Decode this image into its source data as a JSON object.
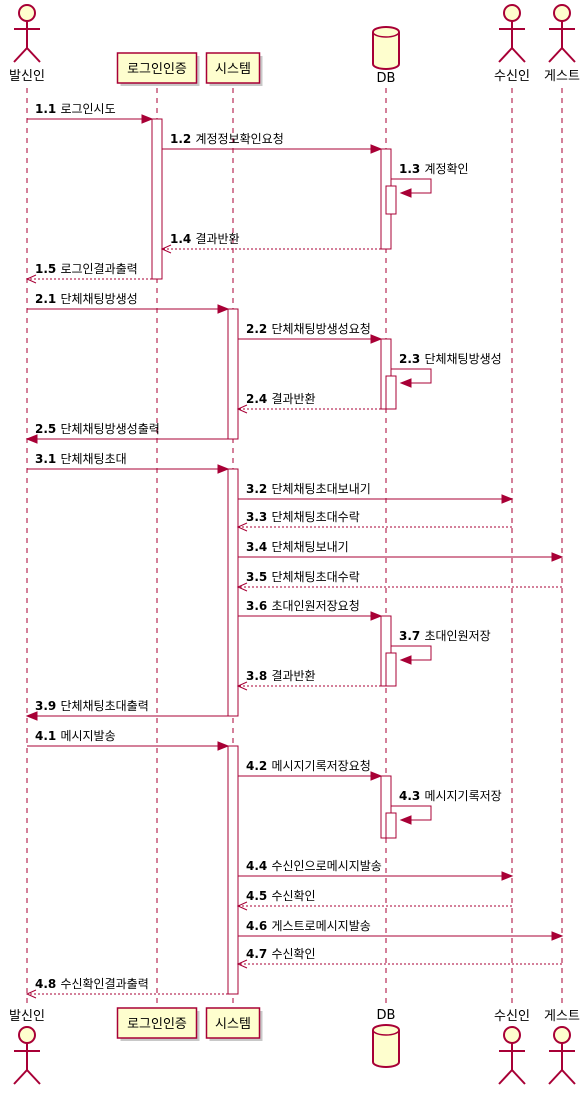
{
  "participants": [
    {
      "id": "sender",
      "kind": "actor",
      "label": "발신인"
    },
    {
      "id": "login",
      "kind": "box",
      "label": "로그인인증"
    },
    {
      "id": "system",
      "kind": "box",
      "label": "시스템"
    },
    {
      "id": "db",
      "kind": "database",
      "label": "DB"
    },
    {
      "id": "receiver",
      "kind": "actor",
      "label": "수신인"
    },
    {
      "id": "guest",
      "kind": "actor",
      "label": "게스트"
    }
  ],
  "messages": [
    {
      "num": "1.1",
      "text": "로그인시도",
      "from": "sender",
      "to": "login",
      "type": "sync"
    },
    {
      "num": "1.2",
      "text": "계정정보확인요청",
      "from": "login",
      "to": "db",
      "type": "sync"
    },
    {
      "num": "1.3",
      "text": "계정확인",
      "from": "db",
      "to": "db",
      "type": "self"
    },
    {
      "num": "1.4",
      "text": "결과반환",
      "from": "db",
      "to": "login",
      "type": "return"
    },
    {
      "num": "1.5",
      "text": "로그인결과출력",
      "from": "login",
      "to": "sender",
      "type": "return"
    },
    {
      "num": "2.1",
      "text": "단체채팅방생성",
      "from": "sender",
      "to": "system",
      "type": "sync"
    },
    {
      "num": "2.2",
      "text": "단체채팅방생성요청",
      "from": "system",
      "to": "db",
      "type": "sync"
    },
    {
      "num": "2.3",
      "text": "단체채팅방생성",
      "from": "db",
      "to": "db",
      "type": "self"
    },
    {
      "num": "2.4",
      "text": "결과반환",
      "from": "db",
      "to": "system",
      "type": "return"
    },
    {
      "num": "2.5",
      "text": "단체채팅방생성출력",
      "from": "system",
      "to": "sender",
      "type": "sync"
    },
    {
      "num": "3.1",
      "text": "단체채팅초대",
      "from": "sender",
      "to": "system",
      "type": "sync"
    },
    {
      "num": "3.2",
      "text": "단체채팅초대보내기",
      "from": "system",
      "to": "receiver",
      "type": "sync"
    },
    {
      "num": "3.3",
      "text": "단체채팅초대수락",
      "from": "receiver",
      "to": "system",
      "type": "return"
    },
    {
      "num": "3.4",
      "text": "단체채팅보내기",
      "from": "system",
      "to": "guest",
      "type": "sync"
    },
    {
      "num": "3.5",
      "text": "단체채팅초대수락",
      "from": "guest",
      "to": "system",
      "type": "return"
    },
    {
      "num": "3.6",
      "text": "초대인원저장요청",
      "from": "system",
      "to": "db",
      "type": "sync"
    },
    {
      "num": "3.7",
      "text": "초대인원저장",
      "from": "db",
      "to": "db",
      "type": "self"
    },
    {
      "num": "3.8",
      "text": "결과반환",
      "from": "db",
      "to": "system",
      "type": "return"
    },
    {
      "num": "3.9",
      "text": "단체채팅초대출력",
      "from": "system",
      "to": "sender",
      "type": "sync"
    },
    {
      "num": "4.1",
      "text": "메시지발송",
      "from": "sender",
      "to": "system",
      "type": "sync"
    },
    {
      "num": "4.2",
      "text": "메시지기록저장요청",
      "from": "system",
      "to": "db",
      "type": "sync"
    },
    {
      "num": "4.3",
      "text": "메시지기록저장",
      "from": "db",
      "to": "db",
      "type": "self"
    },
    {
      "num": "4.4",
      "text": "수신인으로메시지발송",
      "from": "system",
      "to": "receiver",
      "type": "sync"
    },
    {
      "num": "4.5",
      "text": "수신확인",
      "from": "receiver",
      "to": "system",
      "type": "return"
    },
    {
      "num": "4.6",
      "text": "게스트로메시지발송",
      "from": "system",
      "to": "guest",
      "type": "sync"
    },
    {
      "num": "4.7",
      "text": "수신확인",
      "from": "guest",
      "to": "system",
      "type": "return"
    },
    {
      "num": "4.8",
      "text": "수신확인결과출력",
      "from": "system",
      "to": "sender",
      "type": "return"
    }
  ]
}
